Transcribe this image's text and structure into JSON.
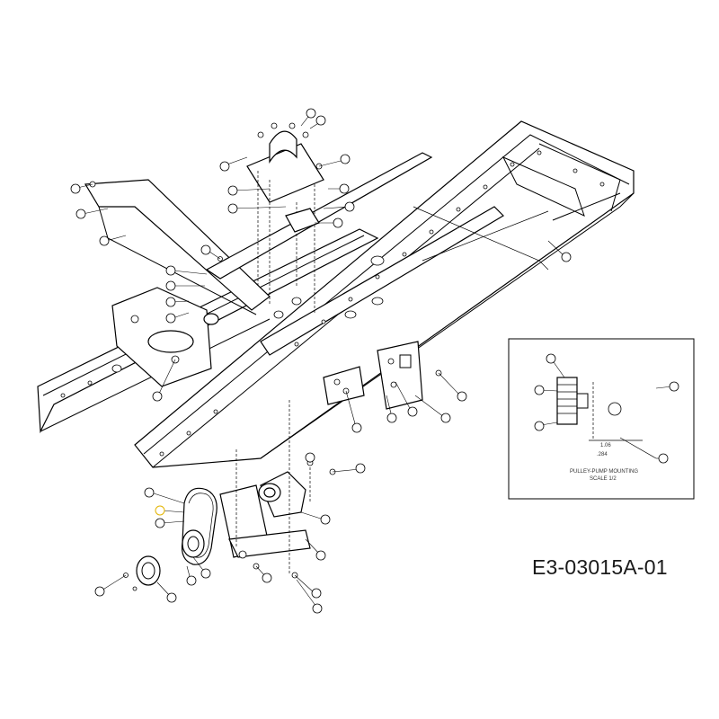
{
  "diagram": {
    "code": "E3-03015A-01",
    "inset": {
      "title_line1": "PULLEY-PUMP MOUNTING",
      "title_line2": "SCALE 1/2",
      "dim_label": ".284",
      "dim_label2": "1.06"
    },
    "colors": {
      "line": "#000000",
      "highlight": "#e3b400",
      "background": "#ffffff"
    }
  }
}
